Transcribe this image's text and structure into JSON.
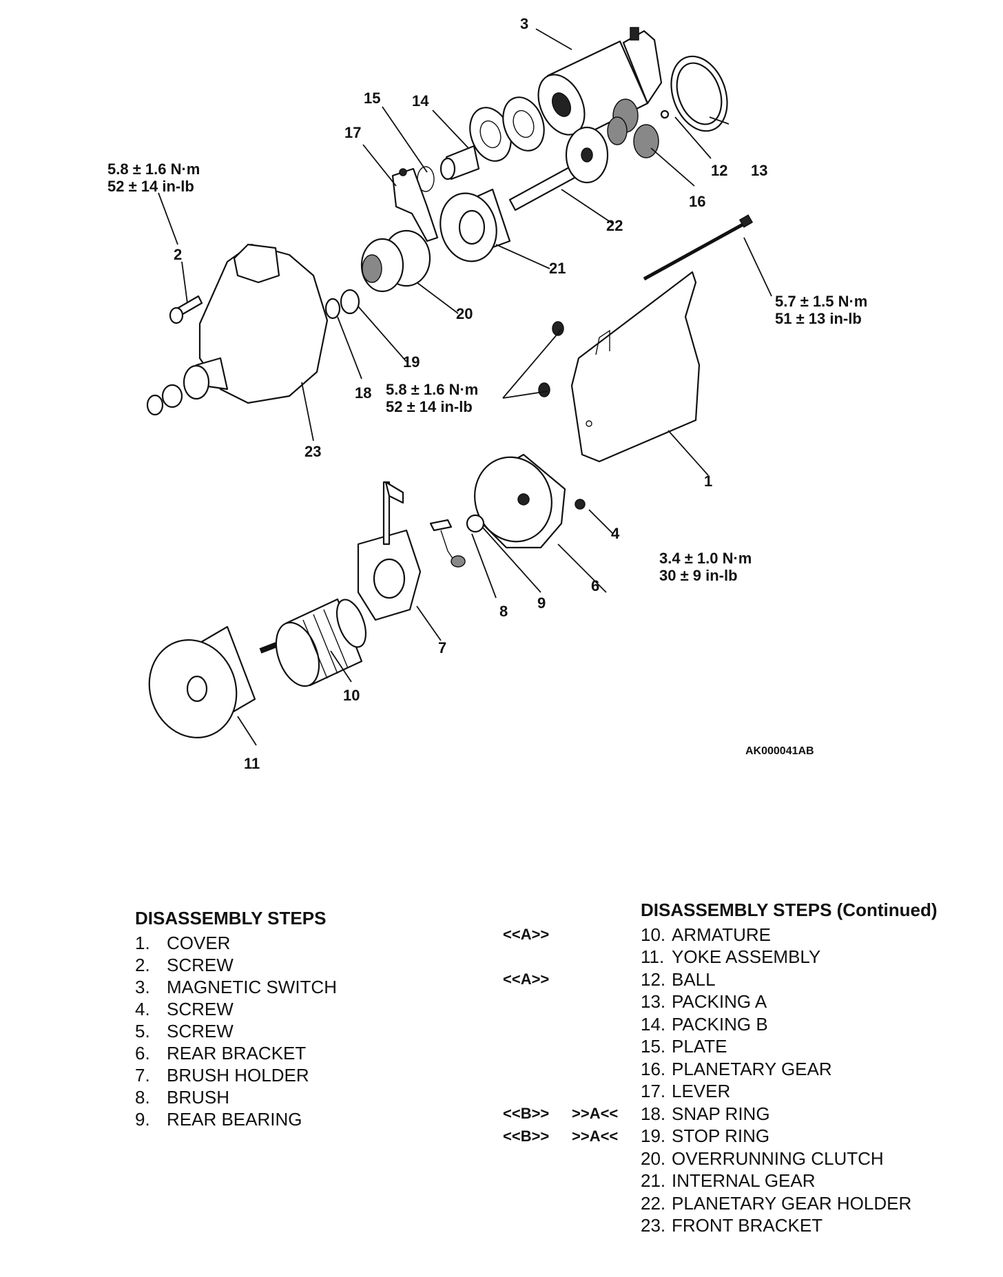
{
  "diagram": {
    "figure_id": "AK000041AB",
    "callouts": [
      "1",
      "2",
      "3",
      "4",
      "6",
      "7",
      "8",
      "9",
      "10",
      "11",
      "12",
      "13",
      "14",
      "15",
      "16",
      "17",
      "18",
      "19",
      "20",
      "21",
      "22",
      "23"
    ],
    "torque_specs": {
      "screw_2": {
        "nm": "5.8 ± 1.6 N·m",
        "inlb": "52 ± 14 in-lb"
      },
      "through_bolt": {
        "nm": "5.7 ± 1.5 N·m",
        "inlb": "51 ± 13 in-lb"
      },
      "cover_screws": {
        "nm": "5.8 ± 1.6 N·m",
        "inlb": "52 ± 14 in-lb"
      },
      "screw_4": {
        "nm": "3.4 ± 1.0 N·m",
        "inlb": "30 ± 9 in-lb"
      }
    }
  },
  "steps_left": {
    "heading": "DISASSEMBLY STEPS",
    "items": [
      {
        "num": "1.",
        "label": "COVER"
      },
      {
        "num": "2.",
        "label": "SCREW"
      },
      {
        "num": "3.",
        "label": "MAGNETIC SWITCH"
      },
      {
        "num": "4.",
        "label": "SCREW"
      },
      {
        "num": "5.",
        "label": "SCREW"
      },
      {
        "num": "6.",
        "label": "REAR BRACKET"
      },
      {
        "num": "7.",
        "label": "BRUSH HOLDER"
      },
      {
        "num": "8.",
        "label": "BRUSH"
      },
      {
        "num": "9.",
        "label": "REAR BEARING"
      }
    ]
  },
  "steps_right": {
    "heading": "DISASSEMBLY STEPS (Continued)",
    "items": [
      {
        "num": "10.",
        "label": "ARMATURE",
        "remove": "<<A>>",
        "install": ""
      },
      {
        "num": "11.",
        "label": "YOKE ASSEMBLY",
        "remove": "",
        "install": ""
      },
      {
        "num": "12.",
        "label": "BALL",
        "remove": "<<A>>",
        "install": ""
      },
      {
        "num": "13.",
        "label": "PACKING A",
        "remove": "",
        "install": ""
      },
      {
        "num": "14.",
        "label": "PACKING B",
        "remove": "",
        "install": ""
      },
      {
        "num": "15.",
        "label": "PLATE",
        "remove": "",
        "install": ""
      },
      {
        "num": "16.",
        "label": "PLANETARY GEAR",
        "remove": "",
        "install": ""
      },
      {
        "num": "17.",
        "label": "LEVER",
        "remove": "",
        "install": ""
      },
      {
        "num": "18.",
        "label": "SNAP RING",
        "remove": "<<B>>",
        "install": ">>A<<"
      },
      {
        "num": "19.",
        "label": "STOP RING",
        "remove": "<<B>>",
        "install": ">>A<<"
      },
      {
        "num": "20.",
        "label": "OVERRUNNING CLUTCH",
        "remove": "",
        "install": ""
      },
      {
        "num": "21.",
        "label": "INTERNAL GEAR",
        "remove": "",
        "install": ""
      },
      {
        "num": "22.",
        "label": "PLANETARY GEAR HOLDER",
        "remove": "",
        "install": ""
      },
      {
        "num": "23.",
        "label": "FRONT BRACKET",
        "remove": "",
        "install": ""
      }
    ]
  }
}
